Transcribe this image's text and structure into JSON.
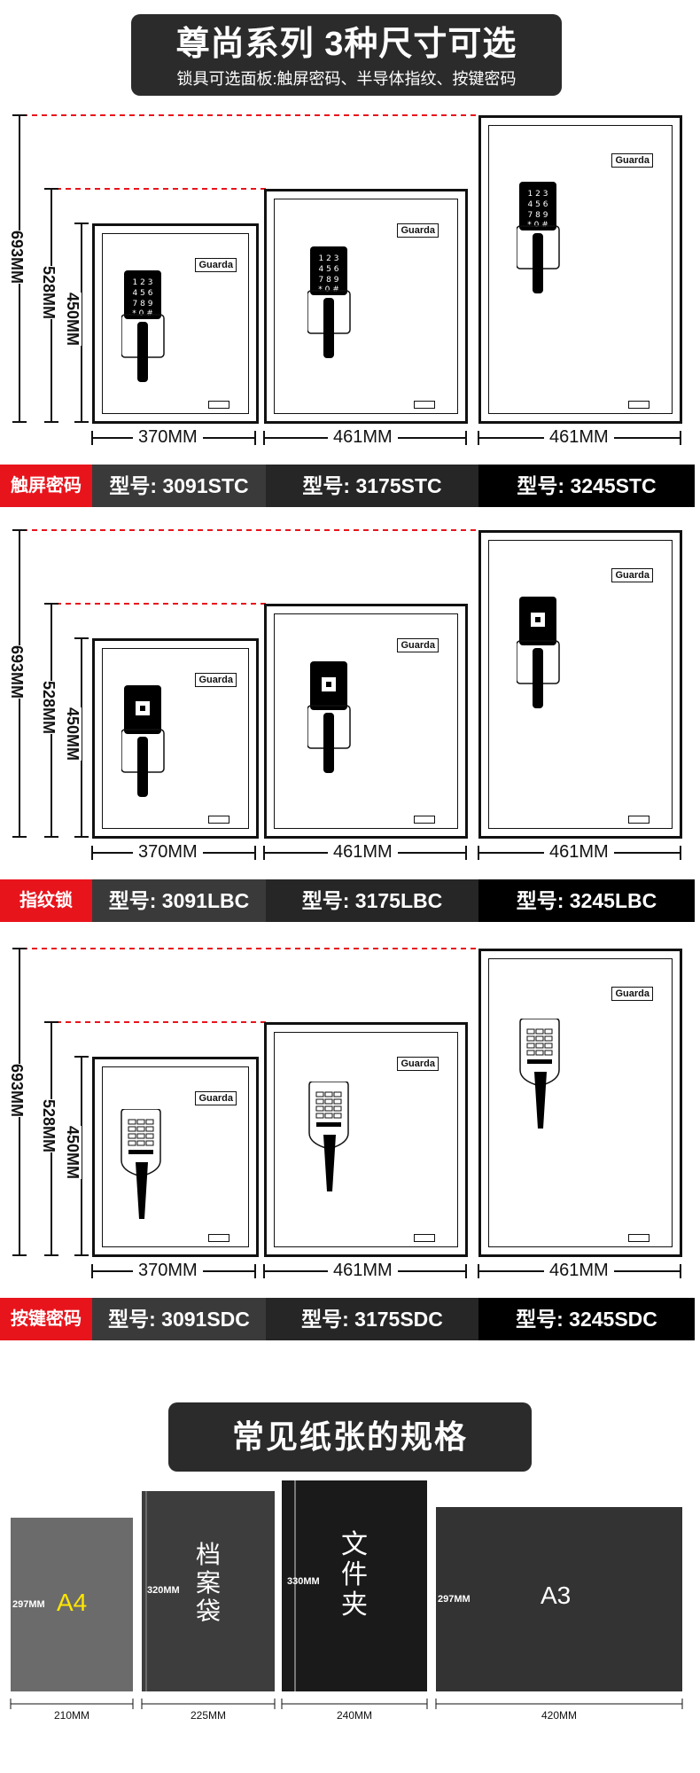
{
  "header": {
    "title": "尊尚系列  3种尺寸可选",
    "subtitle": "锁具可选面板:触屏密码、半导体指纹、按键密码"
  },
  "dims": {
    "h693": "693MM",
    "h528": "528MM",
    "h450": "450MM",
    "w370": "370MM",
    "w461a": "461MM",
    "w461b": "461MM"
  },
  "brand": "Guarda",
  "keypad_digits": "1 2 3 4 5 6 7 8 9 * 0 #",
  "rows": [
    {
      "lock_label": "触屏密码",
      "models": [
        "型号: 3091STC",
        "型号: 3175STC",
        "型号: 3245STC"
      ]
    },
    {
      "lock_label": "指纹锁",
      "models": [
        "型号: 3091LBC",
        "型号: 3175LBC",
        "型号: 3245LBC"
      ]
    },
    {
      "lock_label": "按键密码",
      "models": [
        "型号: 3091SDC",
        "型号: 3175SDC",
        "型号: 3245SDC"
      ]
    }
  ],
  "colors": {
    "accent_red": "#e8141c",
    "dark": "#2b2b2b",
    "bar_gray": "#3a3a3a",
    "bar_dark": "#262626",
    "bar_black": "#000000",
    "dash_red": "#e8141c"
  },
  "papers": {
    "title": "常见纸张的规格",
    "items": [
      {
        "name": "A4",
        "height": "297MM",
        "width": "210MM",
        "color": "#6b6b6b",
        "name_color": "#ffe600"
      },
      {
        "name": "档案袋",
        "height": "320MM",
        "width": "225MM",
        "color": "#3d3d3d",
        "name_color": "#ffffff"
      },
      {
        "name": "文件夹",
        "height": "330MM",
        "width": "240MM",
        "color": "#1a1a1a",
        "name_color": "#ffffff"
      },
      {
        "name": "A3",
        "height": "297MM",
        "width": "420MM",
        "color": "#333333",
        "name_color": "#ffffff"
      }
    ]
  }
}
